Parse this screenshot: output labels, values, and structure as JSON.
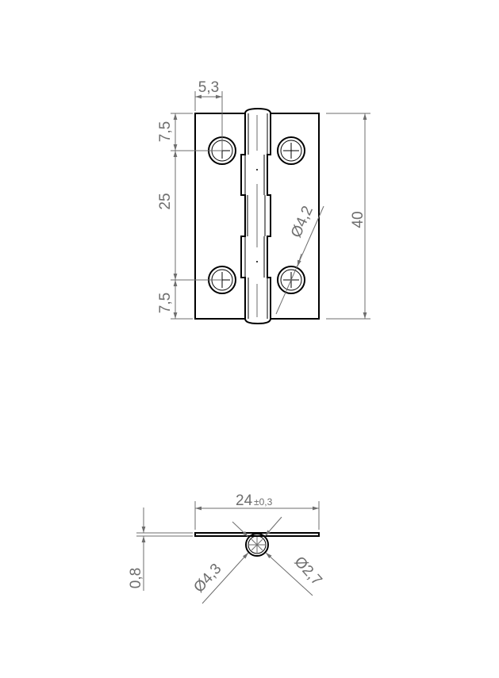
{
  "drawing": {
    "title": "Hinge technical drawing",
    "front_view": {
      "dim_hole_offset": "5,3",
      "dim_top_edge": "7,5",
      "dim_hole_spacing": "25",
      "dim_bottom_edge": "7,5",
      "dim_height": "40",
      "dim_hole_diameter": "Ø4,2"
    },
    "side_view": {
      "dim_width": "24",
      "dim_width_tolerance": "±0,3",
      "dim_thickness": "0,8",
      "dim_knuckle_outer": "Ø4,3",
      "dim_pin": "Ø2,7"
    },
    "colors": {
      "part": "#000000",
      "dimension": "#6e6e6e"
    }
  }
}
